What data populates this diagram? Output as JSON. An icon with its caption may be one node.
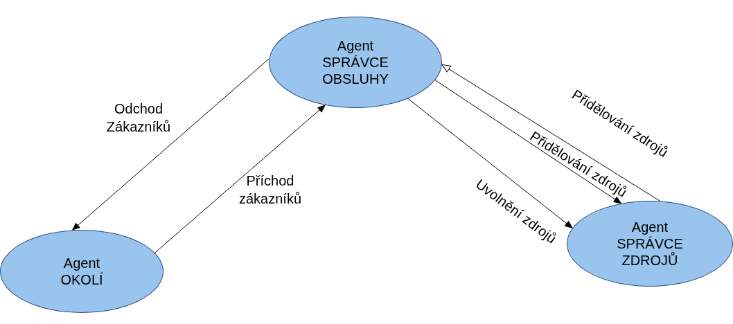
{
  "diagram": {
    "nodes": [
      {
        "text": [
          "Agent SPRÁVCE OBSLUHY"
        ]
      },
      {
        "text": [
          "Agent OKOLÍ"
        ]
      },
      {
        "text": [
          "Agent SPRÁVCE ZDROJŮ"
        ]
      }
    ],
    "edges": [
      {
        "from": 0,
        "to": 1,
        "arrow": "to",
        "label": "Odchod Zákazníků"
      },
      {
        "from": 1,
        "to": 0,
        "arrow": "to",
        "label": "Příchod zákazníků"
      },
      {
        "from": 2,
        "to": 0,
        "arrow": "to",
        "label": "Přidělování zdrojů"
      },
      {
        "from": 0,
        "to": 2,
        "arrow": "to",
        "label": "Přidělování zdrojů"
      },
      {
        "from": 0,
        "to": 2,
        "arrow": "to",
        "label": "Uvolnění zdrojů"
      }
    ]
  }
}
